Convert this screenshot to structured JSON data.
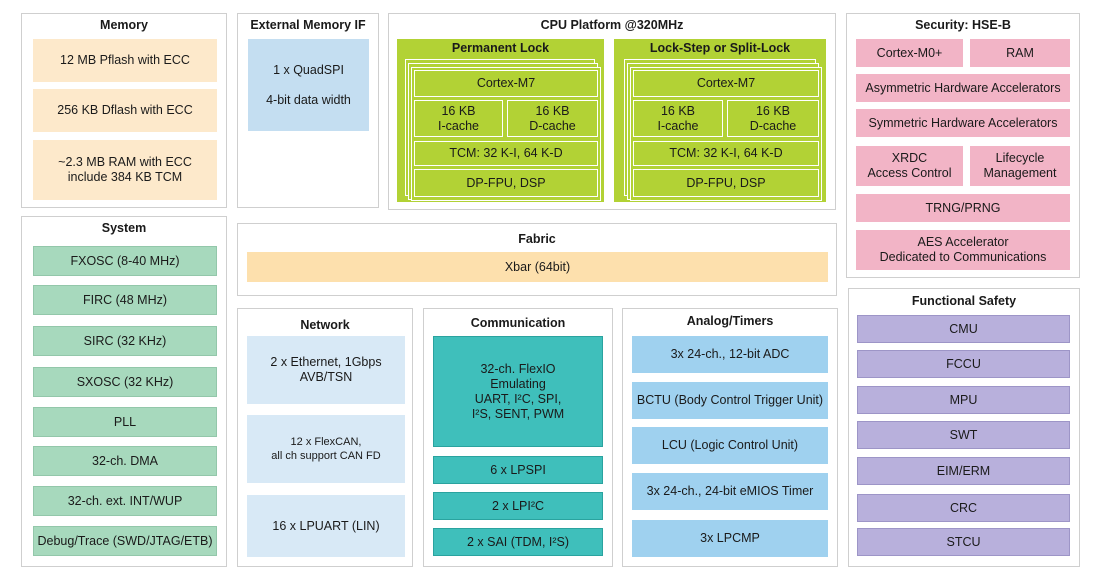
{
  "memory": {
    "title": "Memory",
    "items": [
      "12 MB Pflash with ECC",
      "256 KB Dflash with ECC",
      "~2.3 MB RAM with ECC\ninclude 384 KB TCM"
    ]
  },
  "external_memory": {
    "title": "External Memory IF",
    "text": "1 x QuadSPI\n\n4-bit data width"
  },
  "cpu_platform": {
    "title": "CPU Platform @320MHz",
    "clusters": [
      {
        "title": "Permanent Lock",
        "core": "Cortex-M7",
        "icache": "16 KB\nI-cache",
        "dcache": "16 KB\nD-cache",
        "tcm": "TCM: 32 K-I, 64 K-D",
        "fpu": "DP-FPU, DSP"
      },
      {
        "title": "Lock-Step or Split-Lock",
        "core": "Cortex-M7",
        "icache": "16 KB\nI-cache",
        "dcache": "16 KB\nD-cache",
        "tcm": "TCM: 32 K-I, 64 K-D",
        "fpu": "DP-FPU, DSP"
      }
    ]
  },
  "security": {
    "title": "Security: HSE-B",
    "cortex": "Cortex-M0+",
    "ram": "RAM",
    "asym": "Asymmetric Hardware Accelerators",
    "sym": "Symmetric Hardware Accelerators",
    "xrdc": "XRDC\nAccess Control",
    "lifecycle": "Lifecycle\nManagement",
    "trng": "TRNG/PRNG",
    "aes": "AES Accelerator\nDedicated to Communications"
  },
  "system": {
    "title": "System",
    "items": [
      "FXOSC (8-40 MHz)",
      "FIRC (48 MHz)",
      "SIRC (32 KHz)",
      "SXOSC (32 KHz)",
      "PLL",
      "32-ch. DMA",
      "32-ch. ext. INT/WUP",
      "Debug/Trace (SWD/JTAG/ETB)"
    ]
  },
  "fabric": {
    "title": "Fabric",
    "xbar": "Xbar (64bit)"
  },
  "network": {
    "title": "Network",
    "items": [
      "2 x Ethernet, 1Gbps\nAVB/TSN",
      "12 x FlexCAN,\nall ch support CAN FD",
      "16 x LPUART (LIN)"
    ]
  },
  "communication": {
    "title": "Communication",
    "flexio": "32-ch. FlexIO\nEmulating\nUART, I²C, SPI,\nI²S, SENT, PWM",
    "items": [
      "6 x LPSPI",
      "2 x LPI²C",
      "2 x SAI (TDM, I²S)"
    ]
  },
  "analog": {
    "title": "Analog/Timers",
    "items": [
      "3x 24-ch., 12-bit ADC",
      "BCTU (Body Control Trigger Unit)",
      "LCU (Logic Control Unit)",
      "3x 24-ch., 24-bit eMIOS Timer",
      "3x LPCMP"
    ]
  },
  "functional_safety": {
    "title": "Functional Safety",
    "items": [
      "CMU",
      "FCCU",
      "MPU",
      "SWT",
      "EIM/ERM",
      "CRC",
      "STCU"
    ]
  }
}
